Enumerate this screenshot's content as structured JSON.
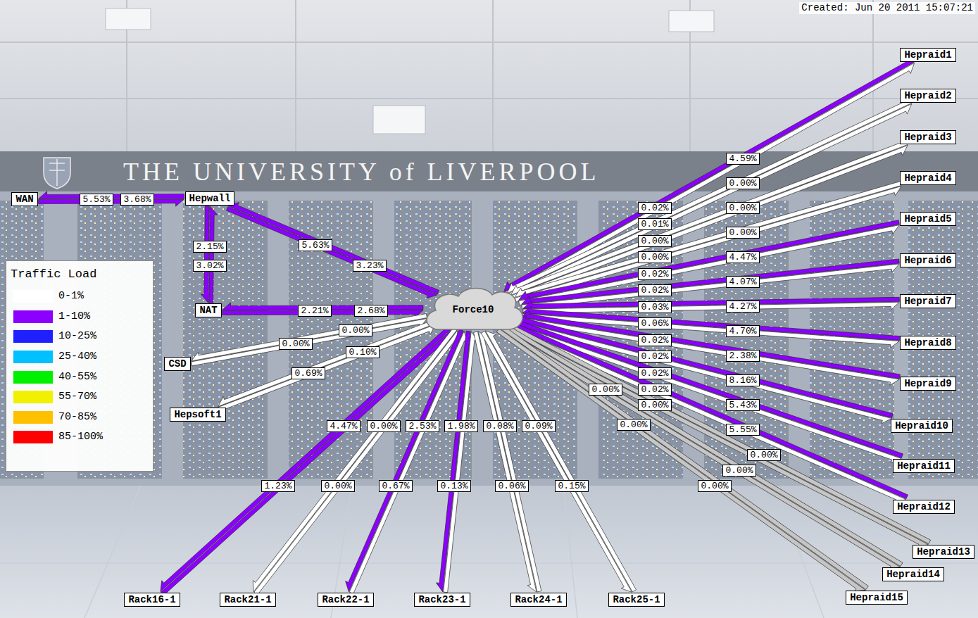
{
  "diagram": {
    "nodes": [
      {
        "text": [
          "WAN"
        ]
      },
      {
        "text": [
          "Hepwall"
        ]
      },
      {
        "text": [
          "NAT"
        ]
      },
      {
        "text": [
          "CSD"
        ]
      },
      {
        "text": [
          "Hepsoft1"
        ]
      },
      {
        "text": [
          "Force10"
        ]
      },
      {
        "text": [
          "Hepraid1"
        ]
      },
      {
        "text": [
          "Hepraid2"
        ]
      },
      {
        "text": [
          "Hepraid3"
        ]
      },
      {
        "text": [
          "Hepraid4"
        ]
      },
      {
        "text": [
          "Hepraid5"
        ]
      },
      {
        "text": [
          "Hepraid6"
        ]
      },
      {
        "text": [
          "Hepraid7"
        ]
      },
      {
        "text": [
          "Hepraid8"
        ]
      },
      {
        "text": [
          "Hepraid9"
        ]
      },
      {
        "text": [
          "Hepraid10"
        ]
      },
      {
        "text": [
          "Hepraid11"
        ]
      },
      {
        "text": [
          "Hepraid12"
        ]
      },
      {
        "text": [
          "Hepraid13"
        ]
      },
      {
        "text": [
          "Hepraid14"
        ]
      },
      {
        "text": [
          "Hepraid15"
        ]
      },
      {
        "text": [
          "Rack16-1"
        ]
      },
      {
        "text": [
          "Rack21-1"
        ]
      },
      {
        "text": [
          "Rack22-1"
        ]
      },
      {
        "text": [
          "Rack23-1"
        ]
      },
      {
        "text": [
          "Rack24-1"
        ]
      },
      {
        "text": [
          "Rack25-1"
        ]
      }
    ],
    "edges": [
      {
        "from": 0,
        "to": 1,
        "label": "5.53%",
        "arrow": "to"
      },
      {
        "from": 1,
        "to": 0,
        "label": "3.68%",
        "arrow": "to"
      },
      {
        "from": 1,
        "to": 2,
        "label": "2.15%",
        "arrow": "to"
      },
      {
        "from": 2,
        "to": 1,
        "label": "3.02%",
        "arrow": "to"
      },
      {
        "from": 1,
        "to": 5,
        "label": "5.63%",
        "arrow": "to"
      },
      {
        "from": 5,
        "to": 1,
        "label": "3.23%",
        "arrow": "to"
      },
      {
        "from": 2,
        "to": 5,
        "label": "2.21%",
        "arrow": "to"
      },
      {
        "from": 5,
        "to": 2,
        "label": "2.68%",
        "arrow": "to"
      },
      {
        "from": 3,
        "to": 5,
        "label": "0.00%",
        "arrow": "to"
      },
      {
        "from": 5,
        "to": 3,
        "label": "0.00%",
        "arrow": "to"
      },
      {
        "from": 4,
        "to": 5,
        "label": "0.69%",
        "arrow": "to"
      },
      {
        "from": 5,
        "to": 4,
        "label": "0.10%",
        "arrow": "to"
      },
      {
        "from": 5,
        "to": 21,
        "label": "4.47%",
        "arrow": "to"
      },
      {
        "from": 21,
        "to": 5,
        "label": "1.23%",
        "arrow": "to"
      },
      {
        "from": 5,
        "to": 22,
        "label": "0.00%",
        "arrow": "to"
      },
      {
        "from": 22,
        "to": 5,
        "label": "0.00%",
        "arrow": "to"
      },
      {
        "from": 5,
        "to": 23,
        "label": "2.53%",
        "arrow": "to"
      },
      {
        "from": 23,
        "to": 5,
        "label": "0.67%",
        "arrow": "to"
      },
      {
        "from": 5,
        "to": 24,
        "label": "1.98%",
        "arrow": "to"
      },
      {
        "from": 24,
        "to": 5,
        "label": "0.13%",
        "arrow": "to"
      },
      {
        "from": 5,
        "to": 25,
        "label": "0.08%",
        "arrow": "to"
      },
      {
        "from": 25,
        "to": 5,
        "label": "0.06%",
        "arrow": "to"
      },
      {
        "from": 5,
        "to": 26,
        "label": "0.09%",
        "arrow": "to"
      },
      {
        "from": 26,
        "to": 5,
        "label": "0.15%",
        "arrow": "to"
      },
      {
        "from": 5,
        "to": 6,
        "label": "0.02%",
        "arrow": "to"
      },
      {
        "from": 6,
        "to": 5,
        "label": "4.59%",
        "arrow": "to"
      },
      {
        "from": 5,
        "to": 7,
        "label": "0.01%",
        "arrow": "to"
      },
      {
        "from": 7,
        "to": 5,
        "label": "0.00%",
        "arrow": "to"
      },
      {
        "from": 5,
        "to": 8,
        "label": "0.00%",
        "arrow": "to"
      },
      {
        "from": 8,
        "to": 5,
        "label": "0.00%",
        "arrow": "to"
      },
      {
        "from": 5,
        "to": 9,
        "label": "0.00%",
        "arrow": "to"
      },
      {
        "from": 9,
        "to": 5,
        "label": "0.00%",
        "arrow": "to"
      },
      {
        "from": 5,
        "to": 10,
        "label": "0.02%",
        "arrow": "to"
      },
      {
        "from": 10,
        "to": 5,
        "label": "4.47%",
        "arrow": "to"
      },
      {
        "from": 5,
        "to": 11,
        "label": "0.02%",
        "arrow": "to"
      },
      {
        "from": 11,
        "to": 5,
        "label": "4.07%",
        "arrow": "to"
      },
      {
        "from": 5,
        "to": 12,
        "label": "0.03%",
        "arrow": "to"
      },
      {
        "from": 12,
        "to": 5,
        "label": "4.27%",
        "arrow": "to"
      },
      {
        "from": 5,
        "to": 13,
        "label": "0.06%",
        "arrow": "to"
      },
      {
        "from": 13,
        "to": 5,
        "label": "4.70%",
        "arrow": "to"
      },
      {
        "from": 5,
        "to": 14,
        "label": "0.02%",
        "arrow": "to"
      },
      {
        "from": 14,
        "to": 5,
        "label": "2.38%",
        "arrow": "to"
      },
      {
        "from": 5,
        "to": 15,
        "label": "0.02%",
        "arrow": "to"
      },
      {
        "from": 15,
        "to": 5,
        "label": "8.16%",
        "arrow": "to"
      },
      {
        "from": 5,
        "to": 16,
        "label": "0.02%",
        "arrow": "to"
      },
      {
        "from": 16,
        "to": 5,
        "label": "5.43%",
        "arrow": "to"
      },
      {
        "from": 5,
        "to": 17,
        "label": "0.02%",
        "arrow": "to"
      },
      {
        "from": 17,
        "to": 5,
        "label": "5.55%",
        "arrow": "to"
      },
      {
        "from": 5,
        "to": 18,
        "label": "0.00%",
        "arrow": "to"
      },
      {
        "from": 18,
        "to": 5,
        "label": "0.00%",
        "arrow": "to"
      },
      {
        "from": 5,
        "to": 19,
        "label": "0.00%",
        "arrow": "to"
      },
      {
        "from": 19,
        "to": 5,
        "label": "0.00%",
        "arrow": "to"
      },
      {
        "from": 5,
        "to": 20,
        "label": "0.00%",
        "arrow": "to"
      },
      {
        "from": 20,
        "to": 5,
        "label": "0.00%",
        "arrow": "to"
      }
    ],
    "labels": [
      "Created: Jun 20 2011 15:07:21",
      "THE UNIVERSITY of LIVERPOOL",
      "Traffic Load"
    ],
    "legend": [
      {
        "text": "0-1%",
        "color": "#ffffff"
      },
      {
        "text": "1-10%",
        "color": "#8c00ff"
      },
      {
        "text": "10-25%",
        "color": "#2020ff"
      },
      {
        "text": "25-40%",
        "color": "#00c0ff"
      },
      {
        "text": "40-55%",
        "color": "#00f000"
      },
      {
        "text": "55-70%",
        "color": "#f0f000"
      },
      {
        "text": "70-85%",
        "color": "#ffc000"
      },
      {
        "text": "85-100%",
        "color": "#ff0000"
      }
    ]
  }
}
